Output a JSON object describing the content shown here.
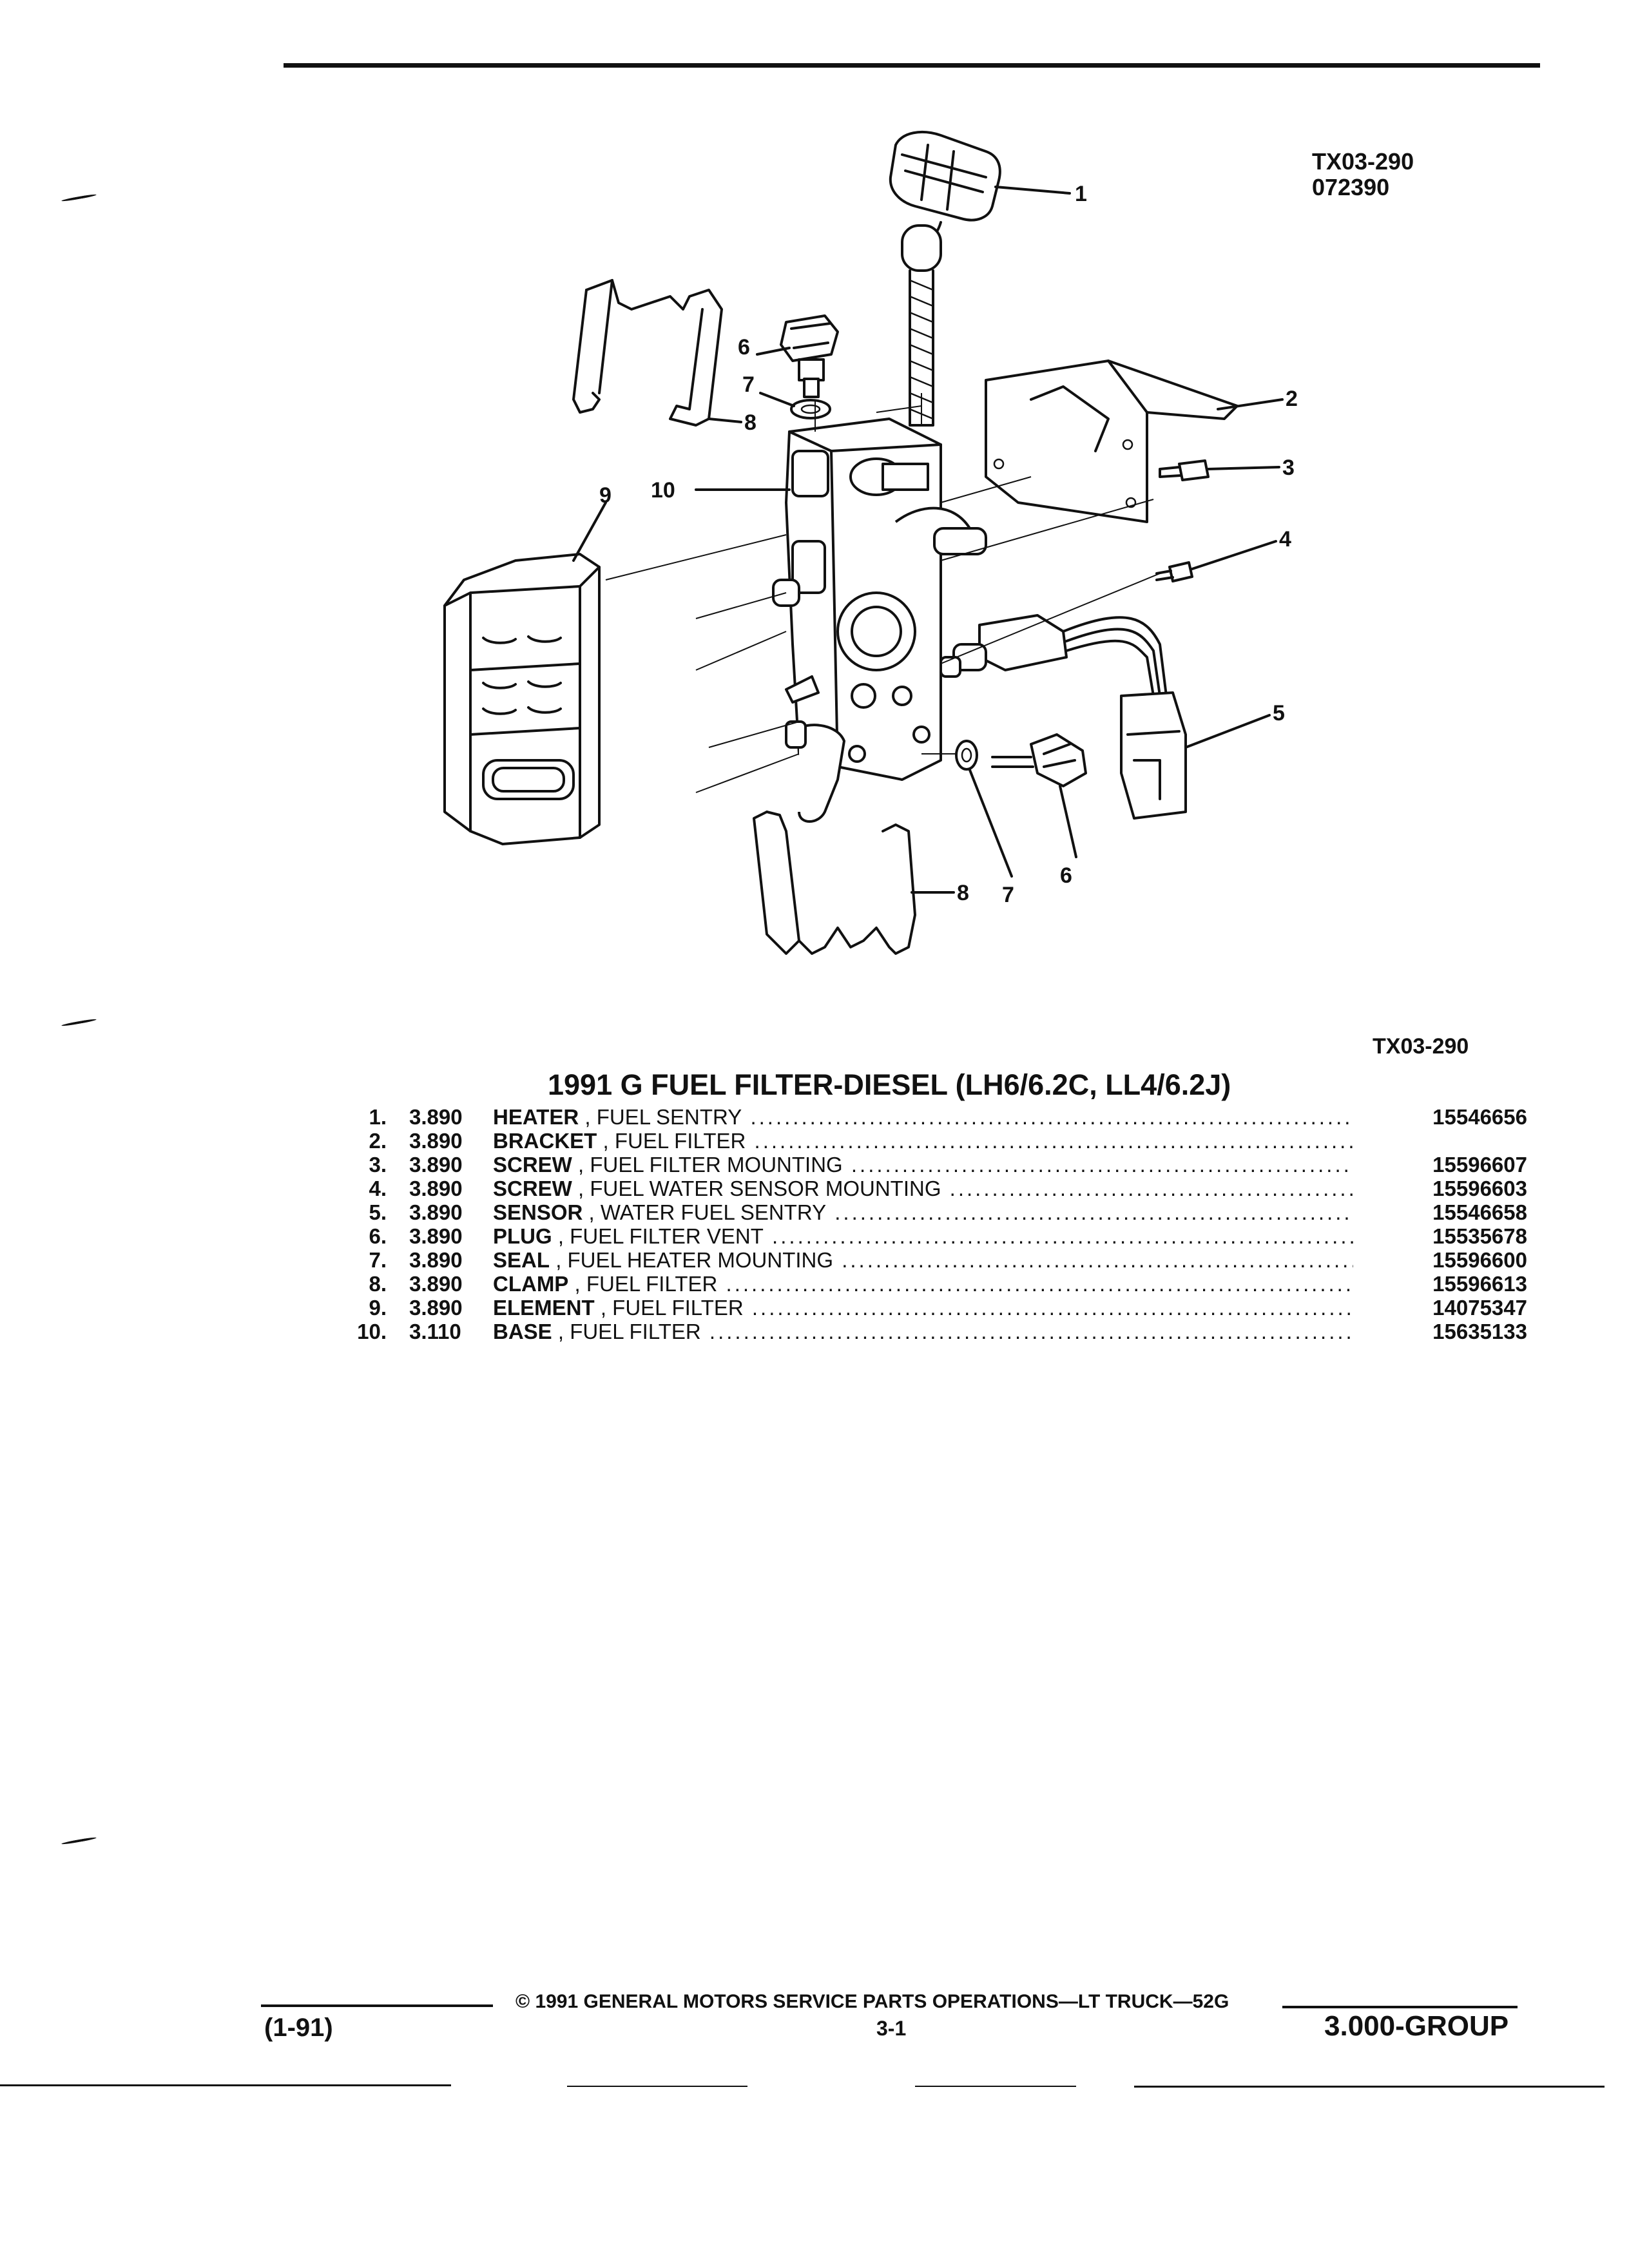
{
  "header": {
    "illustration_code": "TX03-290",
    "illustration_date": "072390"
  },
  "diagram": {
    "callouts": [
      "1",
      "2",
      "3",
      "4",
      "5",
      "6",
      "7",
      "8",
      "9",
      "10",
      "6",
      "7",
      "8"
    ],
    "caption_code": "TX03-290"
  },
  "title": "1991 G FUEL FILTER-DIESEL (LH6/6.2C, LL4/6.2J)",
  "parts": [
    {
      "num": "1.",
      "group": "3.890",
      "name": "HEATER",
      "desc": ", FUEL SENTRY",
      "part_no": "15546656"
    },
    {
      "num": "2.",
      "group": "3.890",
      "name": "BRACKET",
      "desc": ", FUEL FILTER",
      "part_no": ""
    },
    {
      "num": "3.",
      "group": "3.890",
      "name": "SCREW",
      "desc": ", FUEL FILTER MOUNTING",
      "part_no": "15596607"
    },
    {
      "num": "4.",
      "group": "3.890",
      "name": "SCREW",
      "desc": ", FUEL WATER SENSOR MOUNTING",
      "part_no": "15596603"
    },
    {
      "num": "5.",
      "group": "3.890",
      "name": "SENSOR",
      "desc": ", WATER FUEL SENTRY",
      "part_no": "15546658"
    },
    {
      "num": "6.",
      "group": "3.890",
      "name": "PLUG",
      "desc": ", FUEL FILTER VENT",
      "part_no": "15535678"
    },
    {
      "num": "7.",
      "group": "3.890",
      "name": "SEAL",
      "desc": ", FUEL HEATER MOUNTING",
      "part_no": "15596600"
    },
    {
      "num": "8.",
      "group": "3.890",
      "name": "CLAMP",
      "desc": ", FUEL FILTER",
      "part_no": "15596613"
    },
    {
      "num": "9.",
      "group": "3.890",
      "name": "ELEMENT",
      "desc": ", FUEL FILTER",
      "part_no": "14075347"
    },
    {
      "num": "10.",
      "group": "3.110",
      "name": "BASE",
      "desc": ", FUEL FILTER",
      "part_no": "15635133"
    }
  ],
  "footer": {
    "revision": "(1-91)",
    "copyright": "© 1991 GENERAL MOTORS SERVICE PARTS OPERATIONS—LT TRUCK—52G",
    "page": "3-1",
    "group": "3.000-GROUP"
  }
}
